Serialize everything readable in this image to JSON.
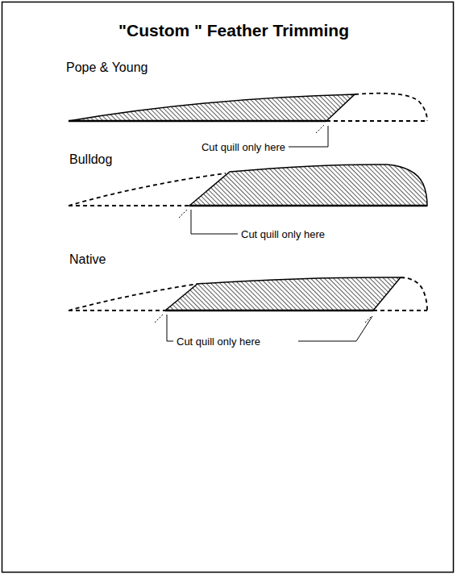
{
  "diagram": {
    "title": "\"Custom \" Feather Trimming",
    "labels": [
      "Pope & Young",
      "Cut quill only here",
      "Bulldog",
      "Cut quill only here",
      "Native",
      "Cut quill only here"
    ]
  }
}
